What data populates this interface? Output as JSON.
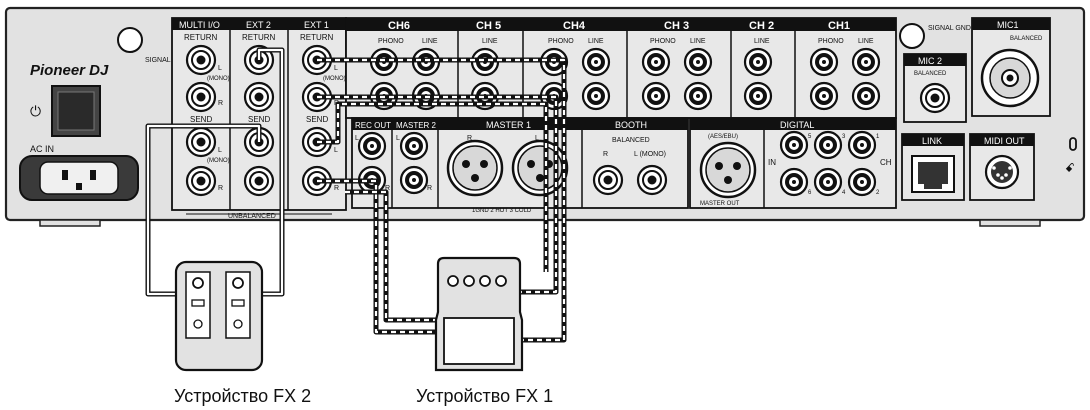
{
  "brand": {
    "logo": "Pioneer DJ"
  },
  "labels": {
    "signal_gnd": "SIGNAL GND",
    "power_symbol": "⏻",
    "ac_in": "AC IN",
    "multi_io": "MULTI I/O",
    "ext2": "EXT 2",
    "ext1": "EXT 1",
    "return": "RETURN",
    "send": "SEND",
    "l": "L",
    "r": "R",
    "mono": "(MONO)",
    "unbalanced": "UNBALANCED",
    "rec_out": "REC OUT",
    "master2": "MASTER 2",
    "master1": "MASTER 1",
    "booth": "BOOTH",
    "balanced": "BALANCED",
    "l_mono": "L (MONO)",
    "pin_legend": "1GND  2 HOT  3 COLD",
    "ch6": "CH6",
    "ch5": "CH 5",
    "ch4": "CH4",
    "ch3": "CH 3",
    "ch2": "CH 2",
    "ch1": "CH1",
    "phono": "PHONO",
    "line": "LINE",
    "digital": "DIGITAL",
    "aes_ebu": "(AES/EBU)",
    "master_out": "MASTER OUT",
    "in": "IN",
    "ch": "CH",
    "d1": "1",
    "d2": "2",
    "d3": "3",
    "d4": "4",
    "d5": "5",
    "d6": "6",
    "mic1": "MIC1",
    "mic2": "MIC 2",
    "link": "LINK",
    "midi_out": "MIDI OUT"
  },
  "devices": {
    "fx2": "Устройство FX 2",
    "fx1": "Устройство FX 1"
  }
}
